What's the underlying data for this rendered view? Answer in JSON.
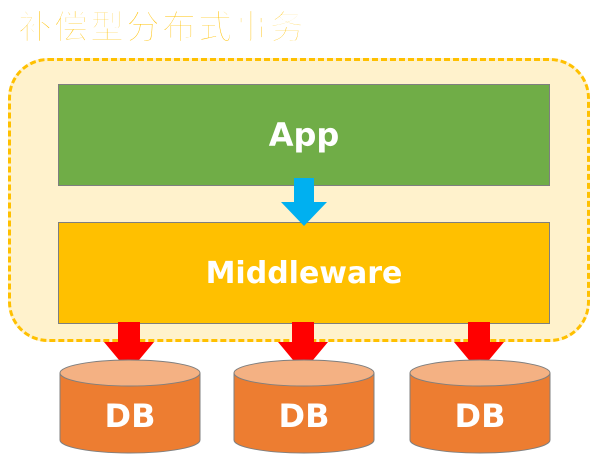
{
  "diagram": {
    "title": "补偿型分布式事务",
    "app_label": "App",
    "middleware_label": "Middleware",
    "databases": [
      {
        "label": "DB"
      },
      {
        "label": "DB"
      },
      {
        "label": "DB"
      }
    ]
  },
  "colors": {
    "title": "#ffc000",
    "container_fill": "#fff2cc",
    "container_border": "#ffc000",
    "app_fill": "#70ad47",
    "middleware_fill": "#ffc000",
    "db_fill": "#ed7d31",
    "db_top": "#f4b183",
    "arrow_blue": "#00b0f0",
    "arrow_red": "#ff0000"
  }
}
